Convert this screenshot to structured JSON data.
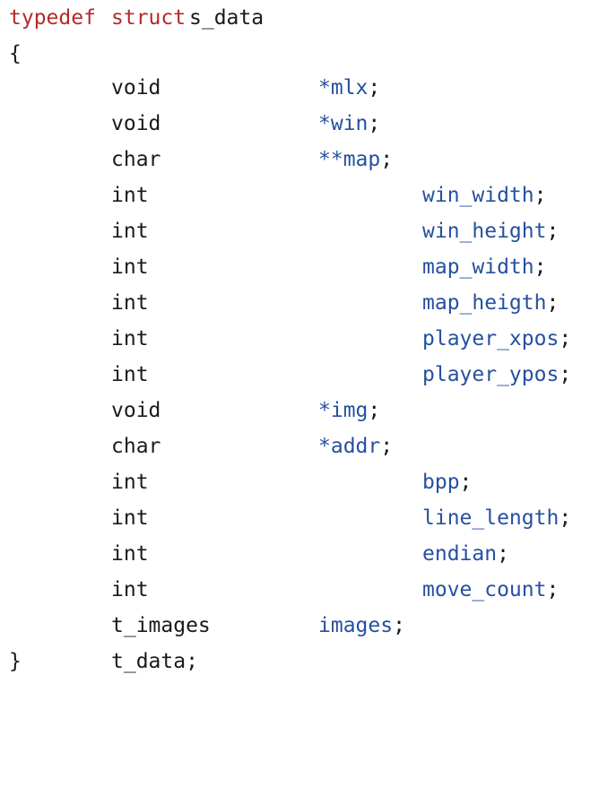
{
  "header": {
    "kw1": "typedef",
    "kw2": "struct",
    "name": "s_data"
  },
  "open_brace": "{",
  "fields": [
    {
      "type": "void",
      "name": "*mlx",
      "indent": "short"
    },
    {
      "type": "void",
      "name": "*win",
      "indent": "short"
    },
    {
      "type": "char",
      "name": "**map",
      "indent": "short"
    },
    {
      "type": "int",
      "name": "win_width",
      "indent": "long"
    },
    {
      "type": "int",
      "name": "win_height",
      "indent": "long"
    },
    {
      "type": "int",
      "name": "map_width",
      "indent": "long"
    },
    {
      "type": "int",
      "name": "map_heigth",
      "indent": "long"
    },
    {
      "type": "int",
      "name": "player_xpos",
      "indent": "long"
    },
    {
      "type": "int",
      "name": "player_ypos",
      "indent": "long"
    },
    {
      "type": "void",
      "name": "*img",
      "indent": "short"
    },
    {
      "type": "char",
      "name": "*addr",
      "indent": "short"
    },
    {
      "type": "int",
      "name": "bpp",
      "indent": "long"
    },
    {
      "type": "int",
      "name": "line_length",
      "indent": "long"
    },
    {
      "type": "int",
      "name": "endian",
      "indent": "long"
    },
    {
      "type": "int",
      "name": "move_count",
      "indent": "long"
    },
    {
      "type": "t_images",
      "name": "images",
      "indent": "short"
    }
  ],
  "semicolon": ";",
  "close_brace": "}",
  "typedef_name": "t_data"
}
